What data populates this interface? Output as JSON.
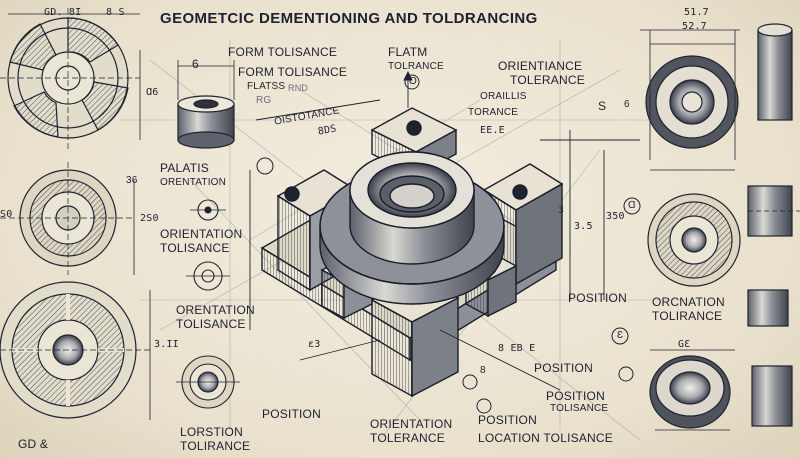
{
  "title": "GEOMETCIC DEMENTIONING AND TOLDRANCING",
  "labels": {
    "form_tolisance_1": "FORM TOLISANCE",
    "form_tolisance_2": "FORM TOLISANCE",
    "flatm": "FLATM",
    "tolrance": "TOLRANCE",
    "flatss": "FLATSS",
    "orientiance": "ORIENTIANCE",
    "tolerance_top": "TOLERANCE",
    "oraillis": "ORAILLIS",
    "torance": "TORANCE",
    "palatis": "PALATIS",
    "orentation": "ORENTATION",
    "orientation_tolisance": "ORIENTATION",
    "tolisance_1": "TOLISANCE",
    "orentation_2": "ORENTATION",
    "tolisance_2": "TOLISANCE",
    "position_right": "POSITION",
    "orenation": "ORCNATION",
    "tolirance_right": "TOLIRANCE",
    "position_mid": "POSITION",
    "position_mid2": "POSITION",
    "tolisance_mid": "TOLISANCE",
    "position_left": "POSITION",
    "orientation_bottom": "ORIENTATION",
    "tolerance_bottom": "TOLERANCE",
    "position_bottom": "POSITION",
    "location_tolisance": "LOCATION TOLISANCE",
    "lorstion": "LORSTION",
    "tolirance_left": "TOLIRANCE",
    "gd_and": "GD &",
    "oistotance": "OISTOTANCE",
    "rnd": "RND"
  },
  "dims": {
    "d_top_left": "GD. 8I",
    "d_top_left2": "8 S",
    "d_6": "6",
    "d_rg": "RG",
    "d_bd": "Ɑ6",
    "d_51": "51.7",
    "d_52": "52.7",
    "d_s": "S",
    "d_6a": "6",
    "d_8ds": "8DS",
    "d_eee": "EE.E",
    "d_ebe": "8 EB E",
    "d_b": "8",
    "d_3": "3",
    "d_350": "350",
    "d_83": "ε3",
    "d_98": "36",
    "d_3ii": "3.II",
    "d_60": "2S0",
    "d_s_left": "S0",
    "d_0": "O",
    "d_a": "Ɑ",
    "d_e": "Ɛ",
    "d_35": "3.5",
    "d_ge": "GƐ"
  }
}
